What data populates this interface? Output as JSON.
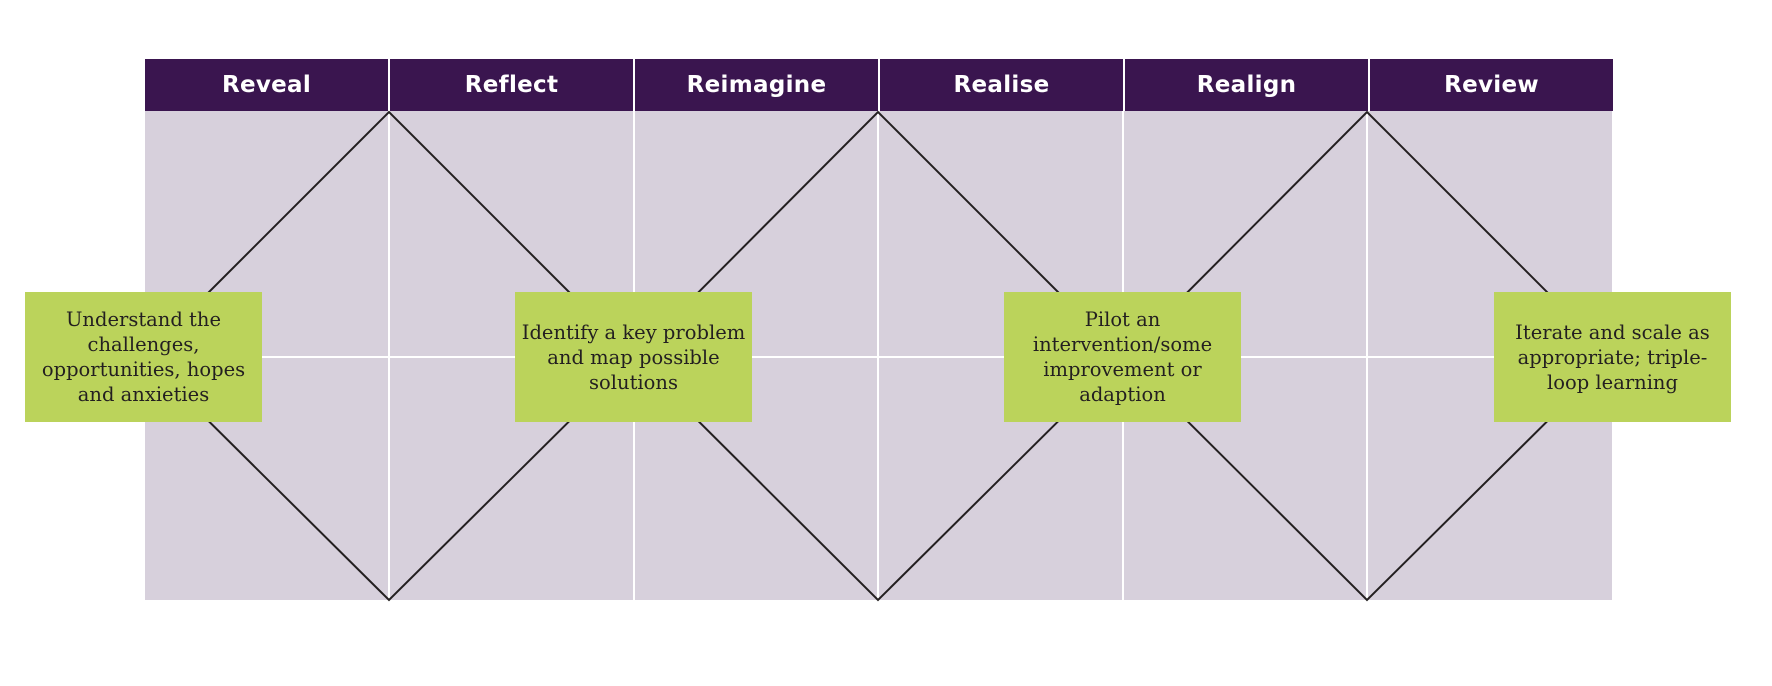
{
  "phases": [
    "Reveal",
    "Reflect",
    "Reimagine",
    "Realise",
    "Realign",
    "Review"
  ],
  "stages": [
    "Understand the challenges, opportunities, hopes and anxieties",
    "Identify a key problem and map possible solutions",
    "Pilot an intervention/some improvement or adaption",
    "Iterate and scale as appropriate; triple-loop learning"
  ],
  "colors": {
    "header_bg": "#3a154f",
    "header_text": "#ffffff",
    "panel_bg": "#d7d0dc",
    "grid_line": "#ffffff",
    "diamond_line": "#231f20",
    "stage_box_bg": "#bbd35b",
    "stage_box_text": "#231f20"
  }
}
